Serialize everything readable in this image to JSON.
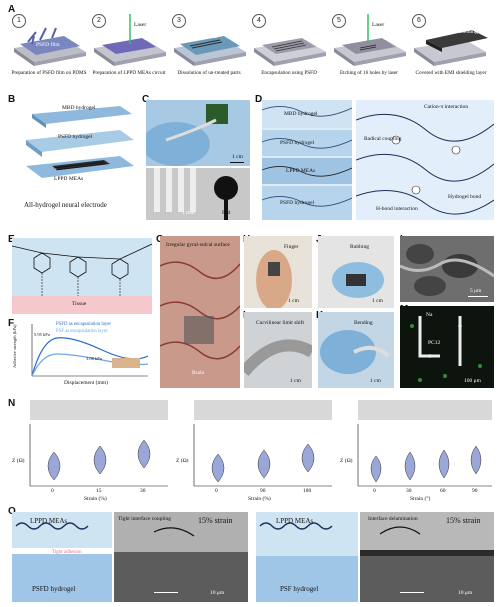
{
  "figure": {
    "panel_letters": [
      "A",
      "B",
      "C",
      "D",
      "E",
      "F",
      "G",
      "H",
      "I",
      "J",
      "K",
      "L",
      "M",
      "N",
      "O"
    ]
  },
  "panel_a": {
    "steps": [
      {
        "num": "1",
        "caption": "Preparation of PSFD film on PDMS"
      },
      {
        "num": "2",
        "caption": "Preparation of LPPD MEAs circuit"
      },
      {
        "num": "3",
        "caption": "Dissolution of un-treated parts"
      },
      {
        "num": "4",
        "caption": "Encapsulation using PSFD"
      },
      {
        "num": "5",
        "caption": "Etching of 16 holes by laser"
      },
      {
        "num": "6",
        "caption": "Covered with EMI shielding layer"
      }
    ],
    "inner_labels": {
      "s1": "PSFD film",
      "s2": "Laser",
      "s3": "LPPD",
      "s5": "Laser",
      "s6": "EMI shielding"
    }
  },
  "panel_b": {
    "layers": [
      "MBD hydrogel",
      "PSFD hydrogel",
      "LPPD MEAs"
    ],
    "caption": "All-hydrogel neural electrode"
  },
  "panel_c": {
    "scale_top": "1 cm",
    "scale_bottom": "1 mm",
    "label_pad": "Pad"
  },
  "panel_d": {
    "left_layers": [
      "MBD hydrogel",
      "PSFD hydrogel",
      "LPPD MEAs",
      "PSFD hydrogel"
    ],
    "right_labels": [
      "Cation-π interaction",
      "Radical coupling",
      "H-bond interaction",
      "Hydrogel bond"
    ]
  },
  "panel_e": {
    "tissue_label": "Tissue"
  },
  "panel_f": {
    "ylabel": "Adhesive strength (kPa)",
    "xlabel": "Displacement (mm)",
    "legend": [
      "PSFD as encapsulation layer",
      "PSF as encapsulation layer"
    ],
    "annotations": [
      "5.95 kPa",
      "3.08 kPa"
    ]
  },
  "panel_g": {
    "label_top": "Irregular gyral-sulcal surface",
    "label_bottom": "Brain"
  },
  "panel_h": {
    "label": "Finger",
    "scale": "1 cm"
  },
  "panel_i": {
    "label": "Curvilinear limit shift",
    "scale": "1 cm"
  },
  "panel_j": {
    "label": "Rubbing",
    "scale": "1 cm"
  },
  "panel_k": {
    "label": "Bending",
    "scale": "1 cm"
  },
  "panel_l": {
    "scale": "5 μm"
  },
  "panel_m": {
    "labels": [
      "Na",
      "PC12"
    ],
    "scale": "100 μm"
  },
  "panel_n": {
    "charts": [
      {
        "xlabel": "Strain (%)",
        "ylabel": "Z (Ω)",
        "categories": [
          "0",
          "15",
          "30"
        ]
      },
      {
        "xlabel": "Strain (%)",
        "ylabel": "Z (Ω)",
        "categories": [
          "0",
          "90",
          "180"
        ]
      },
      {
        "xlabel": "Strain (°)",
        "ylabel": "Z (Ω)",
        "categories": [
          "0",
          "30",
          "60",
          "90"
        ]
      }
    ]
  },
  "panel_o": {
    "left": {
      "top": "LPPD MEAs",
      "middle": "Tight adhesion",
      "bottom": "PSFD hydrogel",
      "sem_label": "Tight interface coupling",
      "strain": "15% strain",
      "scale": "10 μm"
    },
    "right": {
      "top": "LPPD MEAs",
      "bottom": "PSF hydrogel",
      "sem_label": "Interface delamination",
      "strain": "15% strain",
      "scale": "10 μm"
    }
  },
  "colors": {
    "hydrogel_blue": "#7fb6e0",
    "dark_electrode": "#2a2a2a",
    "brain_pink": "#c9897a",
    "violin_fill": "#9aa7d8",
    "fluor_green": "#3a8a3a"
  }
}
